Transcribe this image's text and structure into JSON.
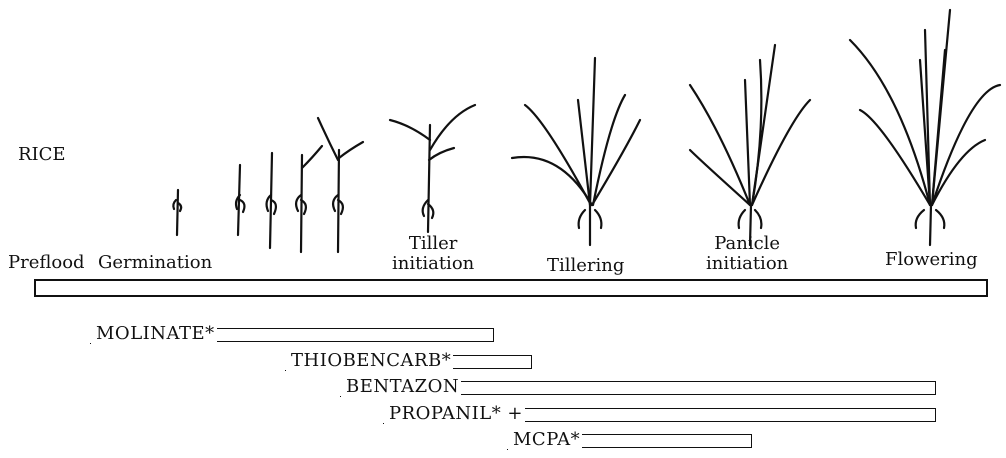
{
  "crop_label": "RICE",
  "stages": [
    {
      "id": "preflood",
      "lines": [
        "Preflood"
      ]
    },
    {
      "id": "germination",
      "lines": [
        "Germination"
      ]
    },
    {
      "id": "tiller-initiation",
      "lines": [
        "Tiller",
        "initiation"
      ]
    },
    {
      "id": "tillering",
      "lines": [
        "Tillering"
      ]
    },
    {
      "id": "panicle-initiation",
      "lines": [
        "Panicle",
        "initiation"
      ]
    },
    {
      "id": "flowering",
      "lines": [
        "Flowering"
      ]
    }
  ],
  "herbicides": [
    {
      "label": "MOLINATE*"
    },
    {
      "label": "THIOBENCARB*"
    },
    {
      "label": "BENTAZON"
    },
    {
      "label": "PROPANIL* +"
    },
    {
      "label": "MCPA*"
    }
  ]
}
